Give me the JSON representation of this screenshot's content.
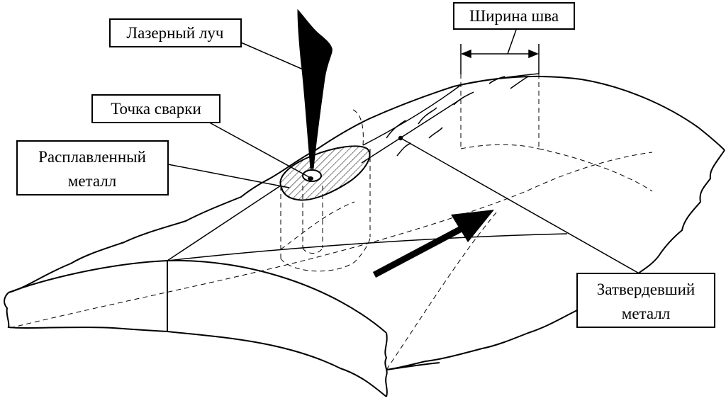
{
  "labels": {
    "laser_beam": "Лазерный луч",
    "weld_point": "Точка сварки",
    "molten_metal_line1": "Расплавленный",
    "molten_metal_line2": "металл",
    "seam_width": "Ширина шва",
    "solidified_metal_line1": "Затвердевший",
    "solidified_metal_line2": "металл"
  },
  "colors": {
    "ink": "#000000",
    "background": "#ffffff"
  }
}
